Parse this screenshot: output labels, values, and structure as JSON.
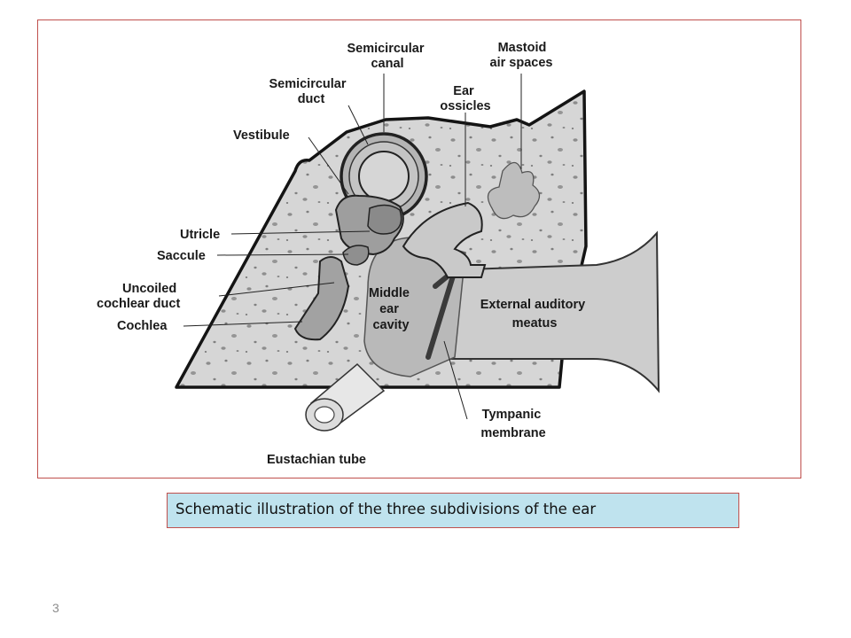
{
  "diagram": {
    "labels": {
      "semicircular_canal": [
        "Semicircular",
        "canal"
      ],
      "mastoid_air_spaces": [
        "Mastoid",
        "air spaces"
      ],
      "semicircular_duct": [
        "Semicircular",
        "duct"
      ],
      "ear_ossicles": [
        "Ear",
        "ossicles"
      ],
      "vestibule": [
        "Vestibule"
      ],
      "utricle": [
        "Utricle"
      ],
      "saccule": [
        "Saccule"
      ],
      "uncoiled_cochlear_duct": [
        "Uncoiled",
        "cochlear duct"
      ],
      "cochlea": [
        "Cochlea"
      ],
      "middle_ear_cavity": [
        "Middle",
        "ear",
        "cavity"
      ],
      "external_auditory_meatus": [
        "External auditory",
        "meatus"
      ],
      "tympanic_membrane": [
        "Tympanic",
        "membrane"
      ],
      "eustachian_tube": [
        "Eustachian tube"
      ]
    }
  },
  "caption": "Schematic illustration of the three subdivisions of the ear",
  "slide_number": "3",
  "colors": {
    "frame_border": "#c0504d",
    "caption_background": "#bfe3ee"
  }
}
